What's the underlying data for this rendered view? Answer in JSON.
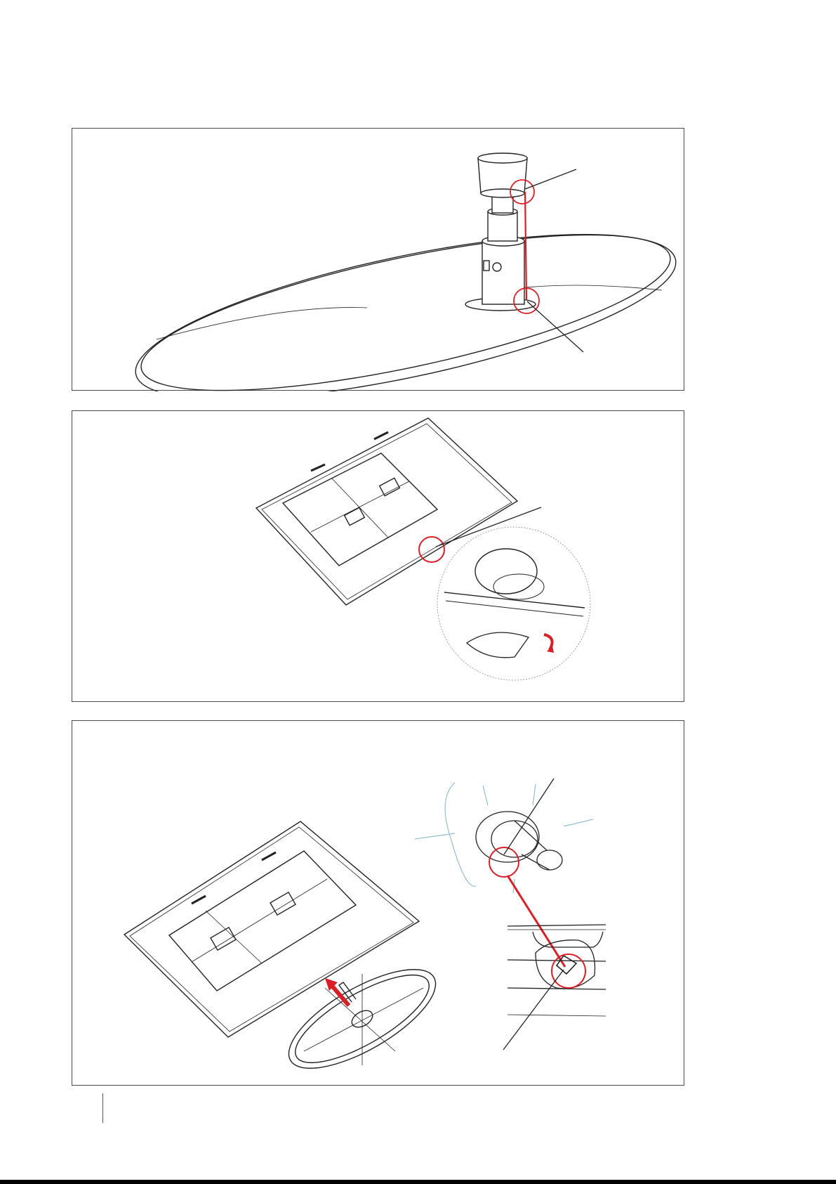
{
  "page": {
    "steps": [
      {
        "illustration": "stand-neck-alignment"
      },
      {
        "illustration": "tv-rear-latch-detail"
      },
      {
        "illustration": "stand-insertion-detail"
      }
    ]
  },
  "colors": {
    "border": "#4a4a4a",
    "line": "#222222",
    "accent_red": "#d91f26",
    "detail_outline": "#9aa0a6",
    "light_blue_sketch": "#7fb3c9"
  }
}
